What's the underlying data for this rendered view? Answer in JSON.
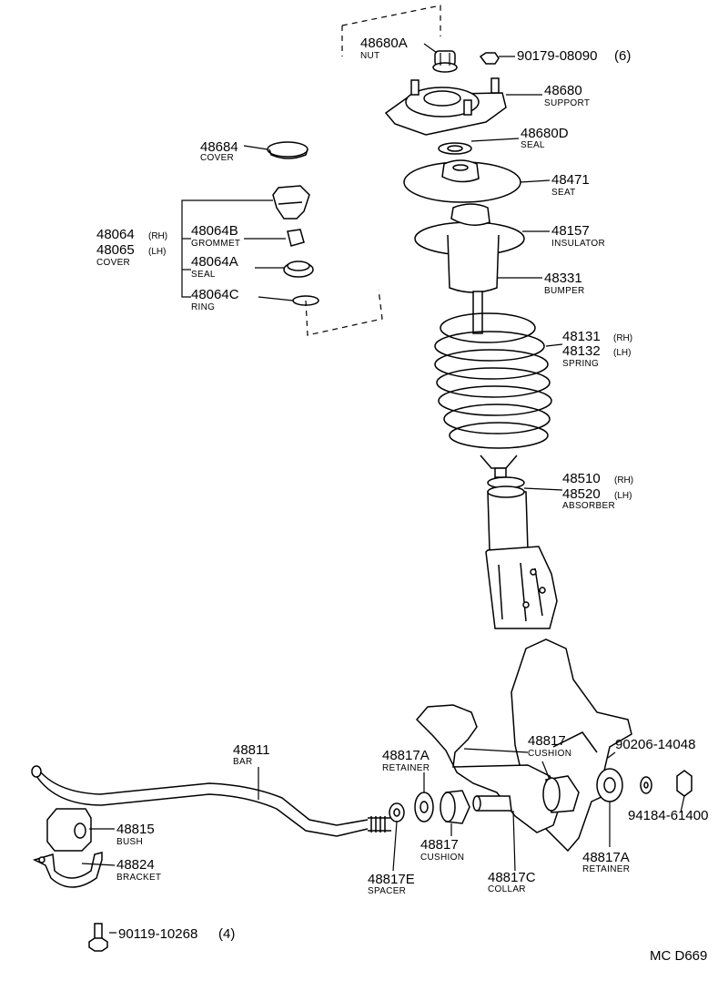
{
  "labels": {
    "nut_48680a": {
      "number": "48680A",
      "name": "NUT"
    },
    "nut_90179": {
      "number": "90179-08090",
      "qty": "(6)"
    },
    "support_48680": {
      "number": "48680",
      "name": "SUPPORT"
    },
    "seal_48680d": {
      "number": "48680D",
      "name": "SEAL"
    },
    "cover_48684": {
      "number": "48684",
      "name": "COVER"
    },
    "seat_48471": {
      "number": "48471",
      "name": "SEAT"
    },
    "insulator_48157": {
      "number": "48157",
      "name": "INSULATOR"
    },
    "cover_48064": {
      "number_rh": "48064",
      "side_rh": "(RH)",
      "number_lh": "48065",
      "side_lh": "(LH)",
      "name": "COVER"
    },
    "grommet_48064b": {
      "number": "48064B",
      "name": "GROMMET"
    },
    "seal_48064a": {
      "number": "48064A",
      "name": "SEAL"
    },
    "ring_48064c": {
      "number": "48064C",
      "name": "RING"
    },
    "bumper_48331": {
      "number": "48331",
      "name": "BUMPER"
    },
    "spring": {
      "number_rh": "48131",
      "side_rh": "(RH)",
      "number_lh": "48132",
      "side_lh": "(LH)",
      "name": "SPRING"
    },
    "absorber": {
      "number_rh": "48510",
      "side_rh": "(RH)",
      "number_lh": "48520",
      "side_lh": "(LH)",
      "name": "ABSORBER"
    },
    "bar_48811": {
      "number": "48811",
      "name": "BAR"
    },
    "cushion_48817_top": {
      "number": "48817",
      "name": "CUSHION"
    },
    "bolt_90206": {
      "number": "90206-14048"
    },
    "retainer_48817a_left": {
      "number": "48817A",
      "name": "RETAINER"
    },
    "bush_48815": {
      "number": "48815",
      "name": "BUSH"
    },
    "bracket_48824": {
      "number": "48824",
      "name": "BRACKET"
    },
    "cushion_48817_bottom": {
      "number": "48817",
      "name": "CUSHION"
    },
    "nut_94184": {
      "number": "94184-61400"
    },
    "retainer_48817a_right": {
      "number": "48817A",
      "name": "RETAINER"
    },
    "spacer_48817e": {
      "number": "48817E",
      "name": "SPACER"
    },
    "collar_48817c": {
      "number": "48817C",
      "name": "COLLAR"
    },
    "bolt_90119": {
      "number": "90119-10268",
      "qty": "(4)"
    }
  },
  "diagram_code": "MC D669"
}
